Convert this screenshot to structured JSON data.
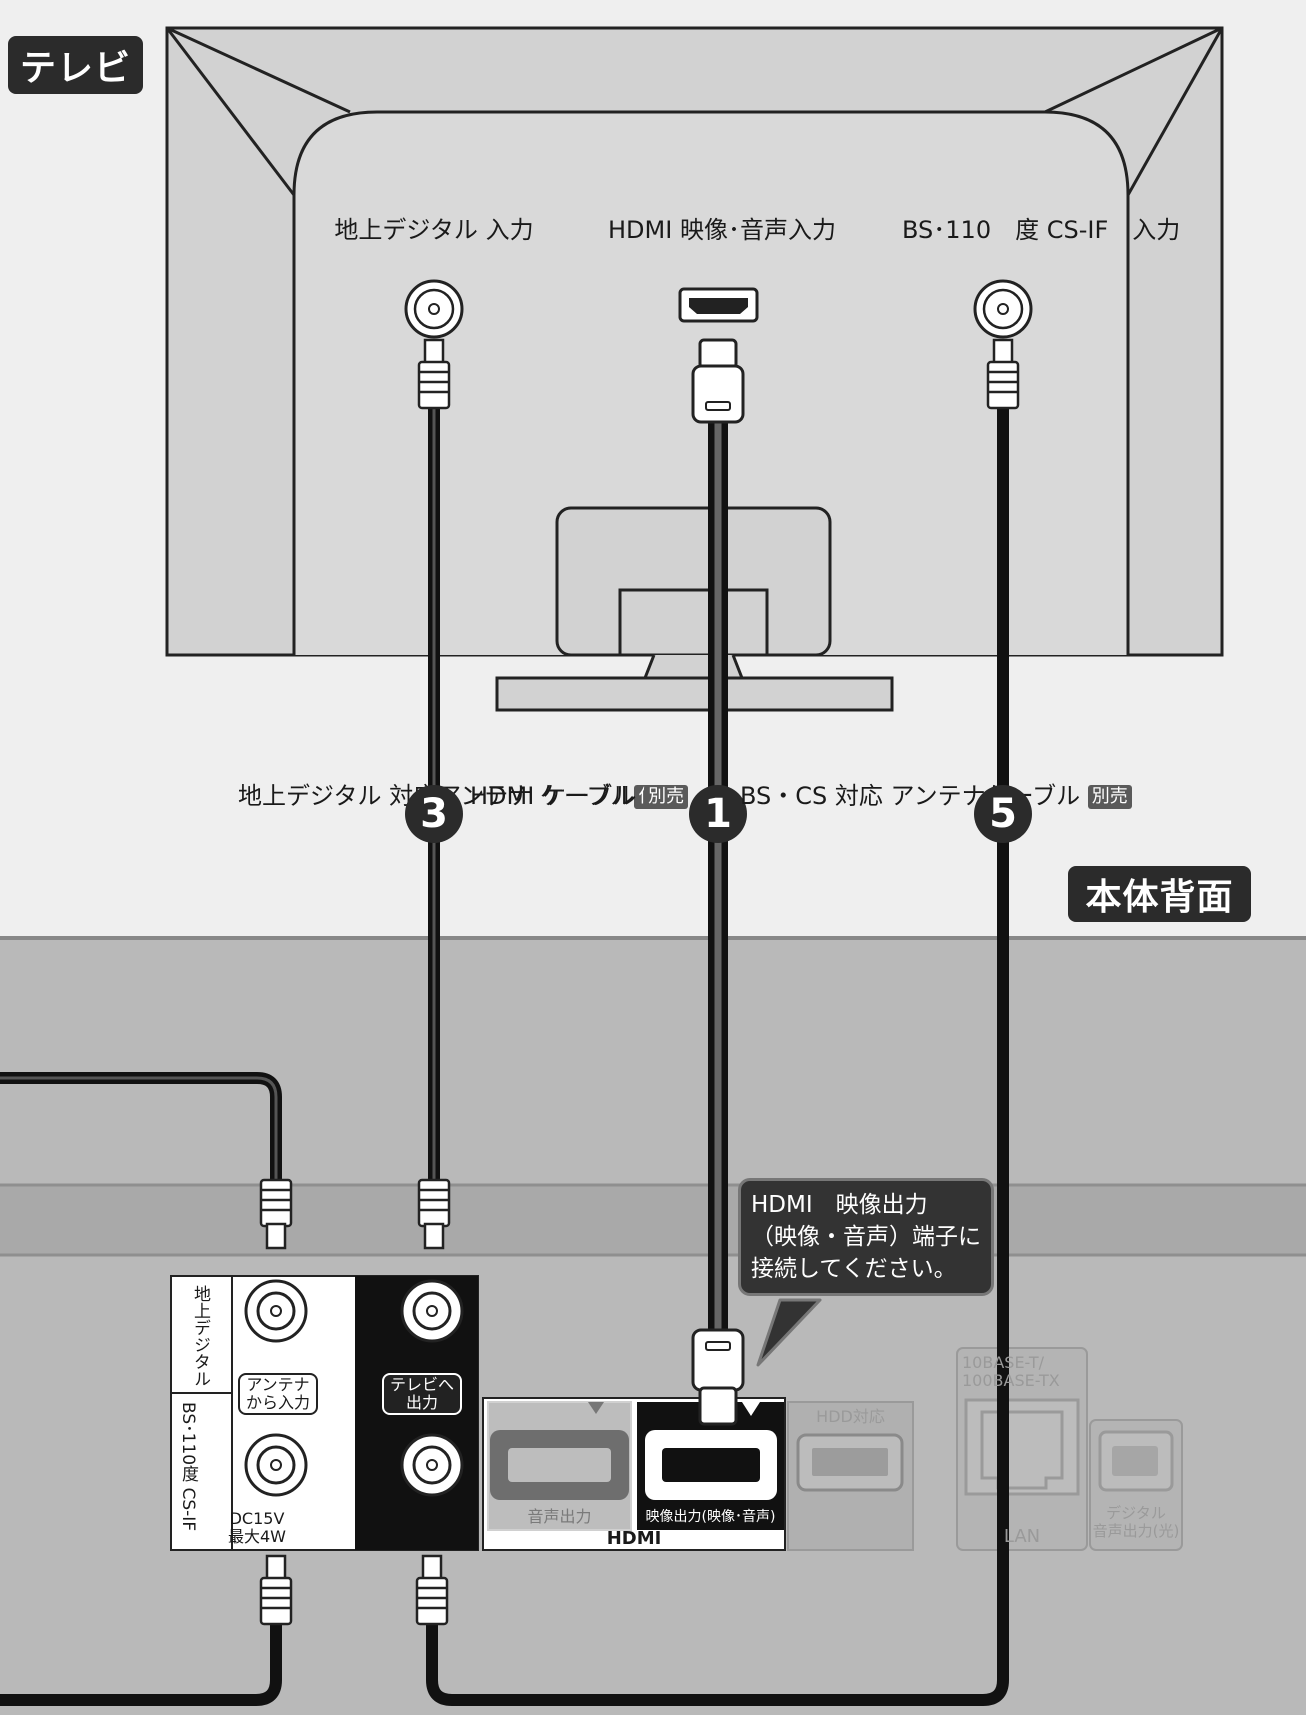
{
  "tv_tag": "テレビ",
  "unit_tag": "本体背面",
  "tv_ports": {
    "terrestrial": [
      "地上デジタル",
      "入力"
    ],
    "hdmi": [
      "HDMI",
      "映像･音声入力"
    ],
    "bs": [
      "BS･110　度",
      "CS-IF　入力"
    ]
  },
  "cables": {
    "c3": {
      "number": "3",
      "lines": [
        "地上デジタル",
        "対応アンテナ",
        "ケーブル"
      ],
      "badge": "付属"
    },
    "c1": {
      "number": "1",
      "lines": [
        "HDMI ケーブル"
      ],
      "badge": "別売"
    },
    "c5": {
      "number": "5",
      "lines": [
        "BS・CS 対応",
        "アンテナケーブル"
      ],
      "badge": "別売"
    }
  },
  "callout": [
    "HDMI　映像出力",
    "（映像・音声）端子に",
    "接続してください。"
  ],
  "panel": {
    "terrestrial_vertical": "地上デジタル",
    "bs_vertical": "BS･110度 CS-IF",
    "antenna_in": [
      "アンテナ",
      "から入力"
    ],
    "tv_out": [
      "テレビへ",
      "出力"
    ],
    "dc_note": [
      "DC15V",
      "最大4W"
    ],
    "audio_out": "音声出力",
    "video_out": "映像出力(映像･音声)",
    "hdmi": "HDMI",
    "hdd": "HDD対応",
    "lan_spec": [
      "10BASE-T/",
      "100BASE-TX"
    ],
    "lan": "LAN",
    "digital_audio": [
      "デジタル",
      "音声出力(光)"
    ]
  },
  "colors": {
    "background": "#efefef",
    "tv": "#d2d2d2",
    "unit": "#b9b9b9",
    "dark": "#2b2b2b"
  }
}
